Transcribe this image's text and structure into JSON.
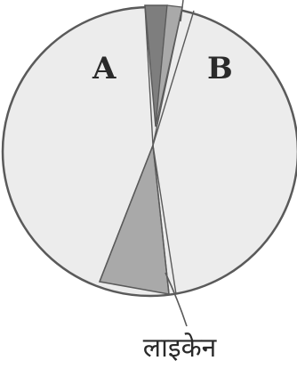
{
  "diagram": {
    "labels": {
      "left_region": "A",
      "right_region": "B"
    },
    "caption": "लाइकेन",
    "colors": {
      "circle_fill": "#ececec",
      "outline": "#5a5a5a",
      "dark_wedge": "#7e7e7e",
      "light_wedge": "#a9a9a9",
      "text": "#2a2a2a"
    }
  }
}
